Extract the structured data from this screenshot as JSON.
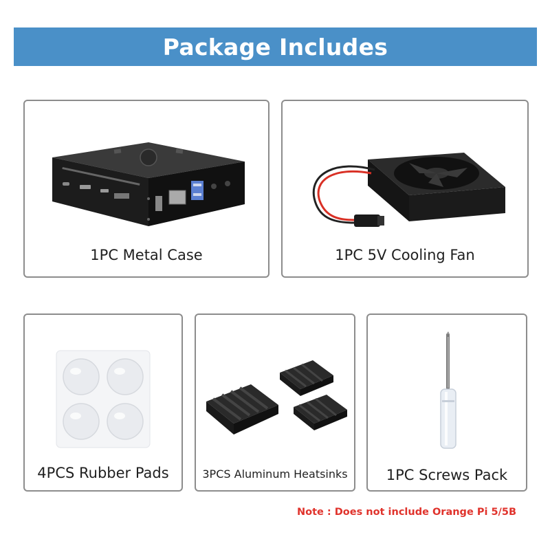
{
  "header": {
    "title": "Package Includes"
  },
  "items": [
    {
      "label": "1PC Metal Case",
      "icon": "metal-case-icon"
    },
    {
      "label": "1PC 5V Cooling Fan",
      "icon": "cooling-fan-icon"
    },
    {
      "label": "4PCS Rubber Pads",
      "icon": "rubber-pads-icon"
    },
    {
      "label": "3PCS Aluminum Heatsinks",
      "icon": "heatsinks-icon"
    },
    {
      "label": "1PC Screws Pack",
      "icon": "screwdriver-icon"
    }
  ],
  "note": {
    "text": "Note : Does not include Orange Pi 5/5B"
  },
  "colors": {
    "banner": "#4a90c8",
    "note": "#e0332c",
    "card_border": "#8c8c8c"
  }
}
